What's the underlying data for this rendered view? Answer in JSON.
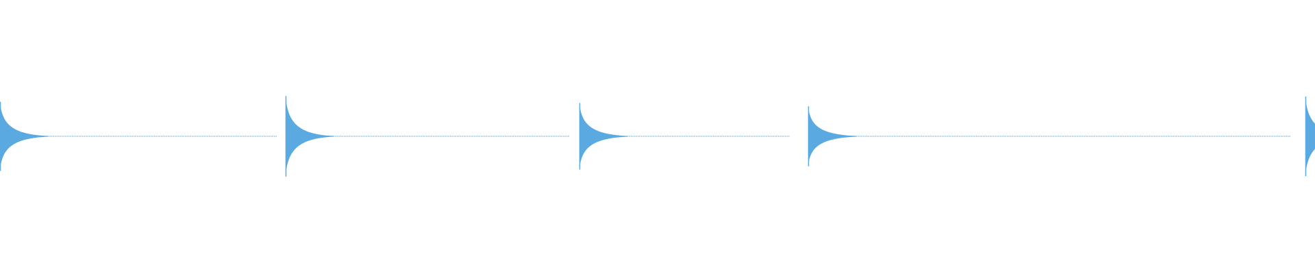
{
  "waveform": {
    "color": "#5aa9e0",
    "baseline_color": "#74b6e6",
    "background": "#ffffff",
    "transients": [
      {
        "name": "transient-1",
        "peak_amplitude": 0.84,
        "decay": "fast",
        "clipped_at_start": true
      },
      {
        "name": "transient-2",
        "peak_amplitude": 0.98,
        "decay": "fast"
      },
      {
        "name": "transient-3",
        "peak_amplitude": 0.81,
        "decay": "fast"
      },
      {
        "name": "transient-4",
        "peak_amplitude": 0.73,
        "decay": "fast"
      },
      {
        "name": "transient-5",
        "peak_amplitude": 0.97,
        "decay": "fast",
        "clipped_at_end": true
      }
    ]
  }
}
